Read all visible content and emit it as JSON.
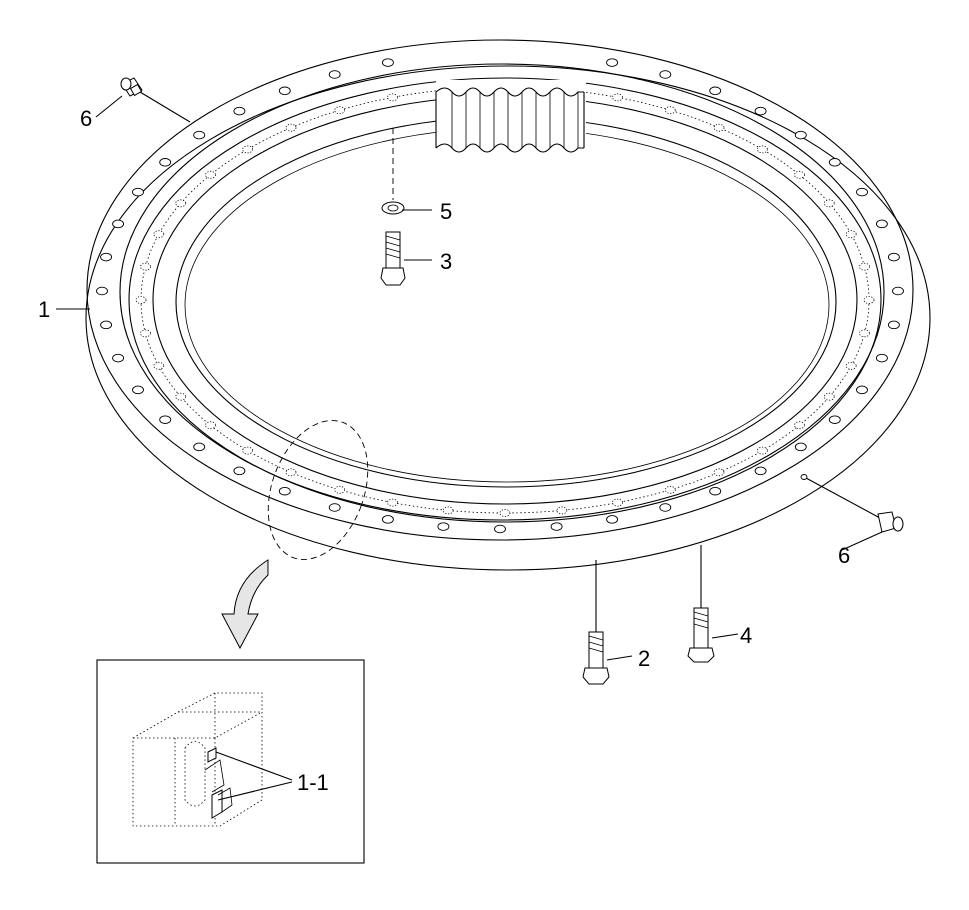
{
  "callouts": {
    "c1": "1",
    "c1_1": "1-1",
    "c2": "2",
    "c3": "3",
    "c4": "4",
    "c5": "5",
    "c6_top": "6",
    "c6_bottom": "6"
  }
}
